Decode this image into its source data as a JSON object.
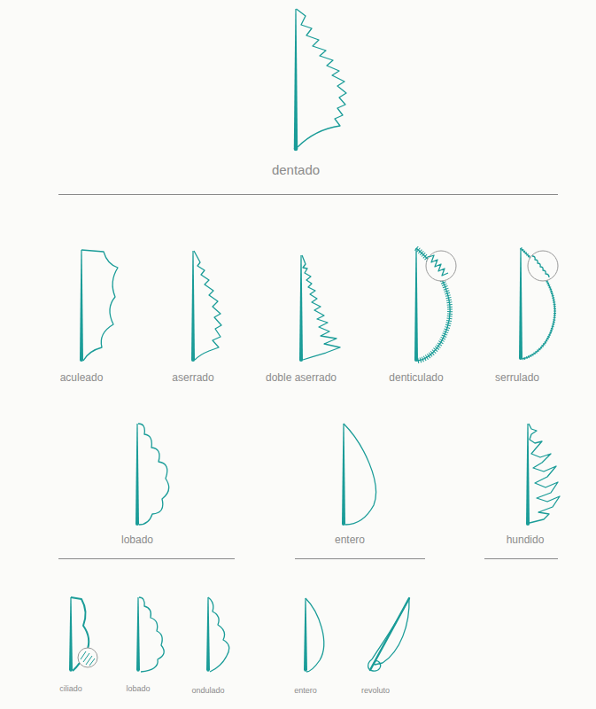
{
  "diagram": {
    "labels": [
      "dentado",
      "aculeado",
      "aserrado",
      "doble aserrado",
      "denticulado",
      "serrulado",
      "lobado",
      "entero",
      "hundido",
      "ciliado",
      "lobado",
      "ondulado",
      "entero",
      "revoluto"
    ]
  }
}
